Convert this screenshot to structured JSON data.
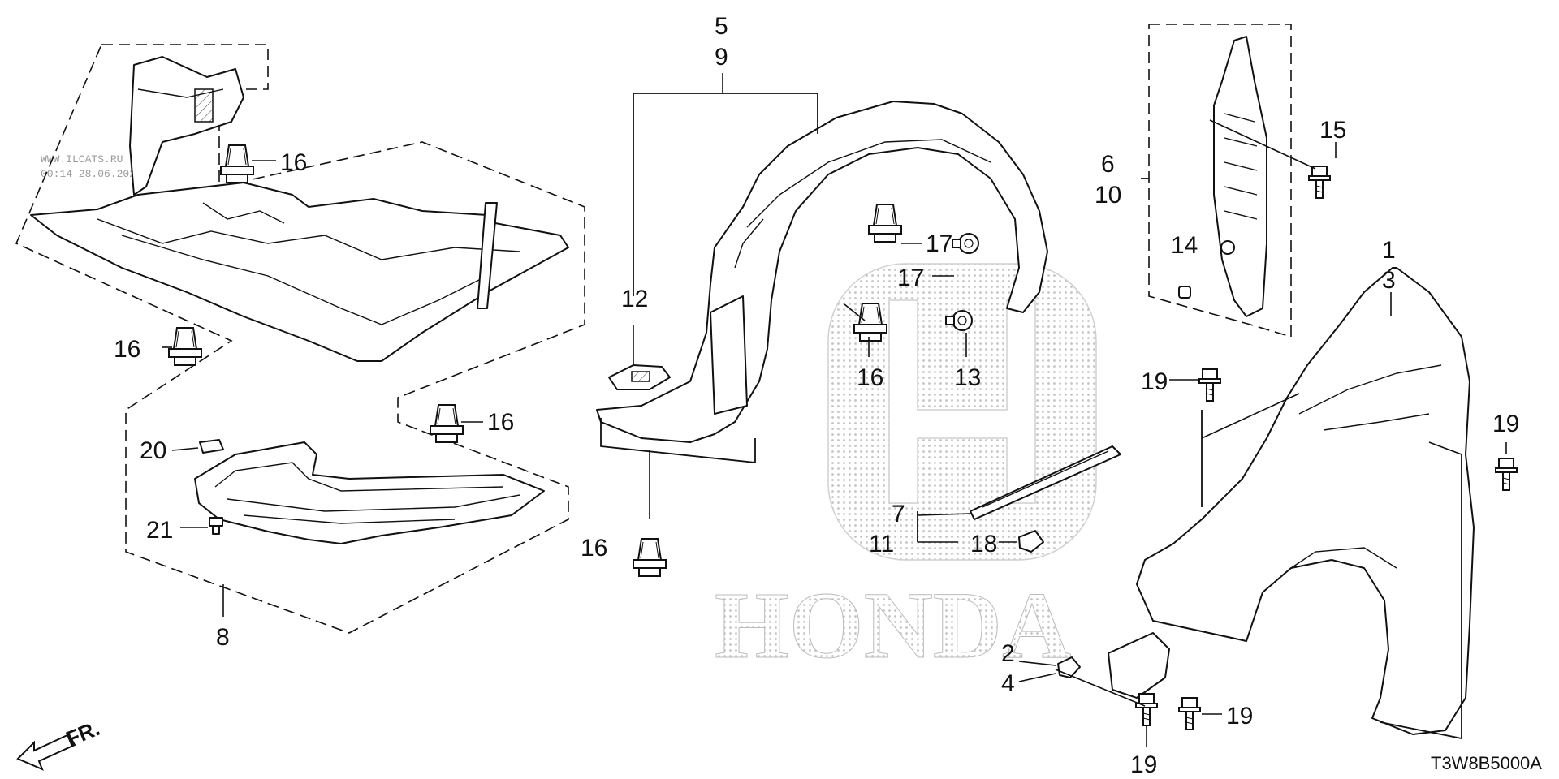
{
  "watermark": {
    "line1": "WWW.ILCATS.RU",
    "line2": "00:14 28.06.2025"
  },
  "brand": {
    "logo_word": "HONDA"
  },
  "diagram_code": "T3W8B5000A",
  "direction_label": "FR.",
  "callouts": {
    "c1": "1",
    "c2": "2",
    "c3": "3",
    "c4": "4",
    "c5": "5",
    "c6": "6",
    "c7": "7",
    "c8": "8",
    "c9": "9",
    "c10": "10",
    "c11": "11",
    "c12": "12",
    "c13": "13",
    "c14": "14",
    "c15": "15",
    "c16a": "16",
    "c16b": "16",
    "c16c": "16",
    "c16d": "16",
    "c16e": "16",
    "c17a": "17",
    "c17b": "17",
    "c18": "18",
    "c19a": "19",
    "c19b": "19",
    "c19c": "19",
    "c19d": "19",
    "c20": "20",
    "c21": "21"
  }
}
